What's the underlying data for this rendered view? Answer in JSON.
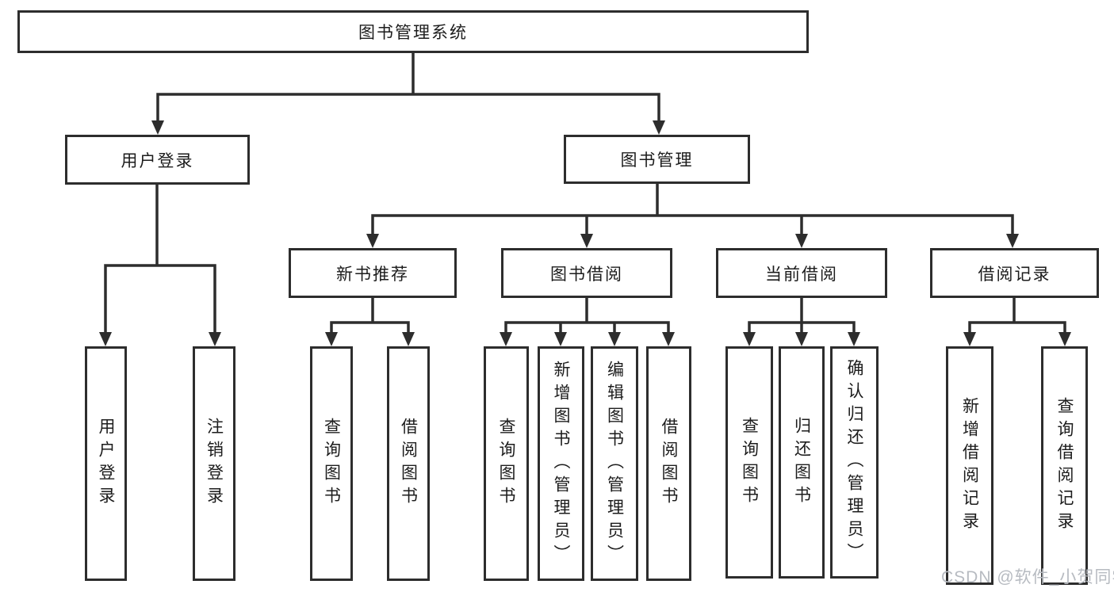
{
  "diagram": {
    "root": "图书管理系统",
    "level2": {
      "user_login": "用户登录",
      "book_mgmt": "图书管理"
    },
    "level3": {
      "new_book_rec": "新书推荐",
      "book_borrow": "图书借阅",
      "current_borrow": "当前借阅",
      "borrow_records": "借阅记录"
    },
    "leaves": {
      "user_login": [
        "用户登录",
        "注销登录"
      ],
      "new_book_rec": [
        "查询图书",
        "借阅图书"
      ],
      "book_borrow": [
        "查询图书",
        "新增图书（管理员）",
        "编辑图书（管理员）",
        "借阅图书"
      ],
      "current_borrow": [
        "查询图书",
        "归还图书",
        "确认归还（管理员）"
      ],
      "borrow_records": [
        "新增借阅记录",
        "查询借阅记录"
      ]
    }
  },
  "watermark": "CSDN @软件_小贺同学",
  "colors": {
    "line": "#2d2d2d",
    "text": "#1c1c1c",
    "watermark": "#b7bbc1",
    "background": "#ffffff"
  }
}
